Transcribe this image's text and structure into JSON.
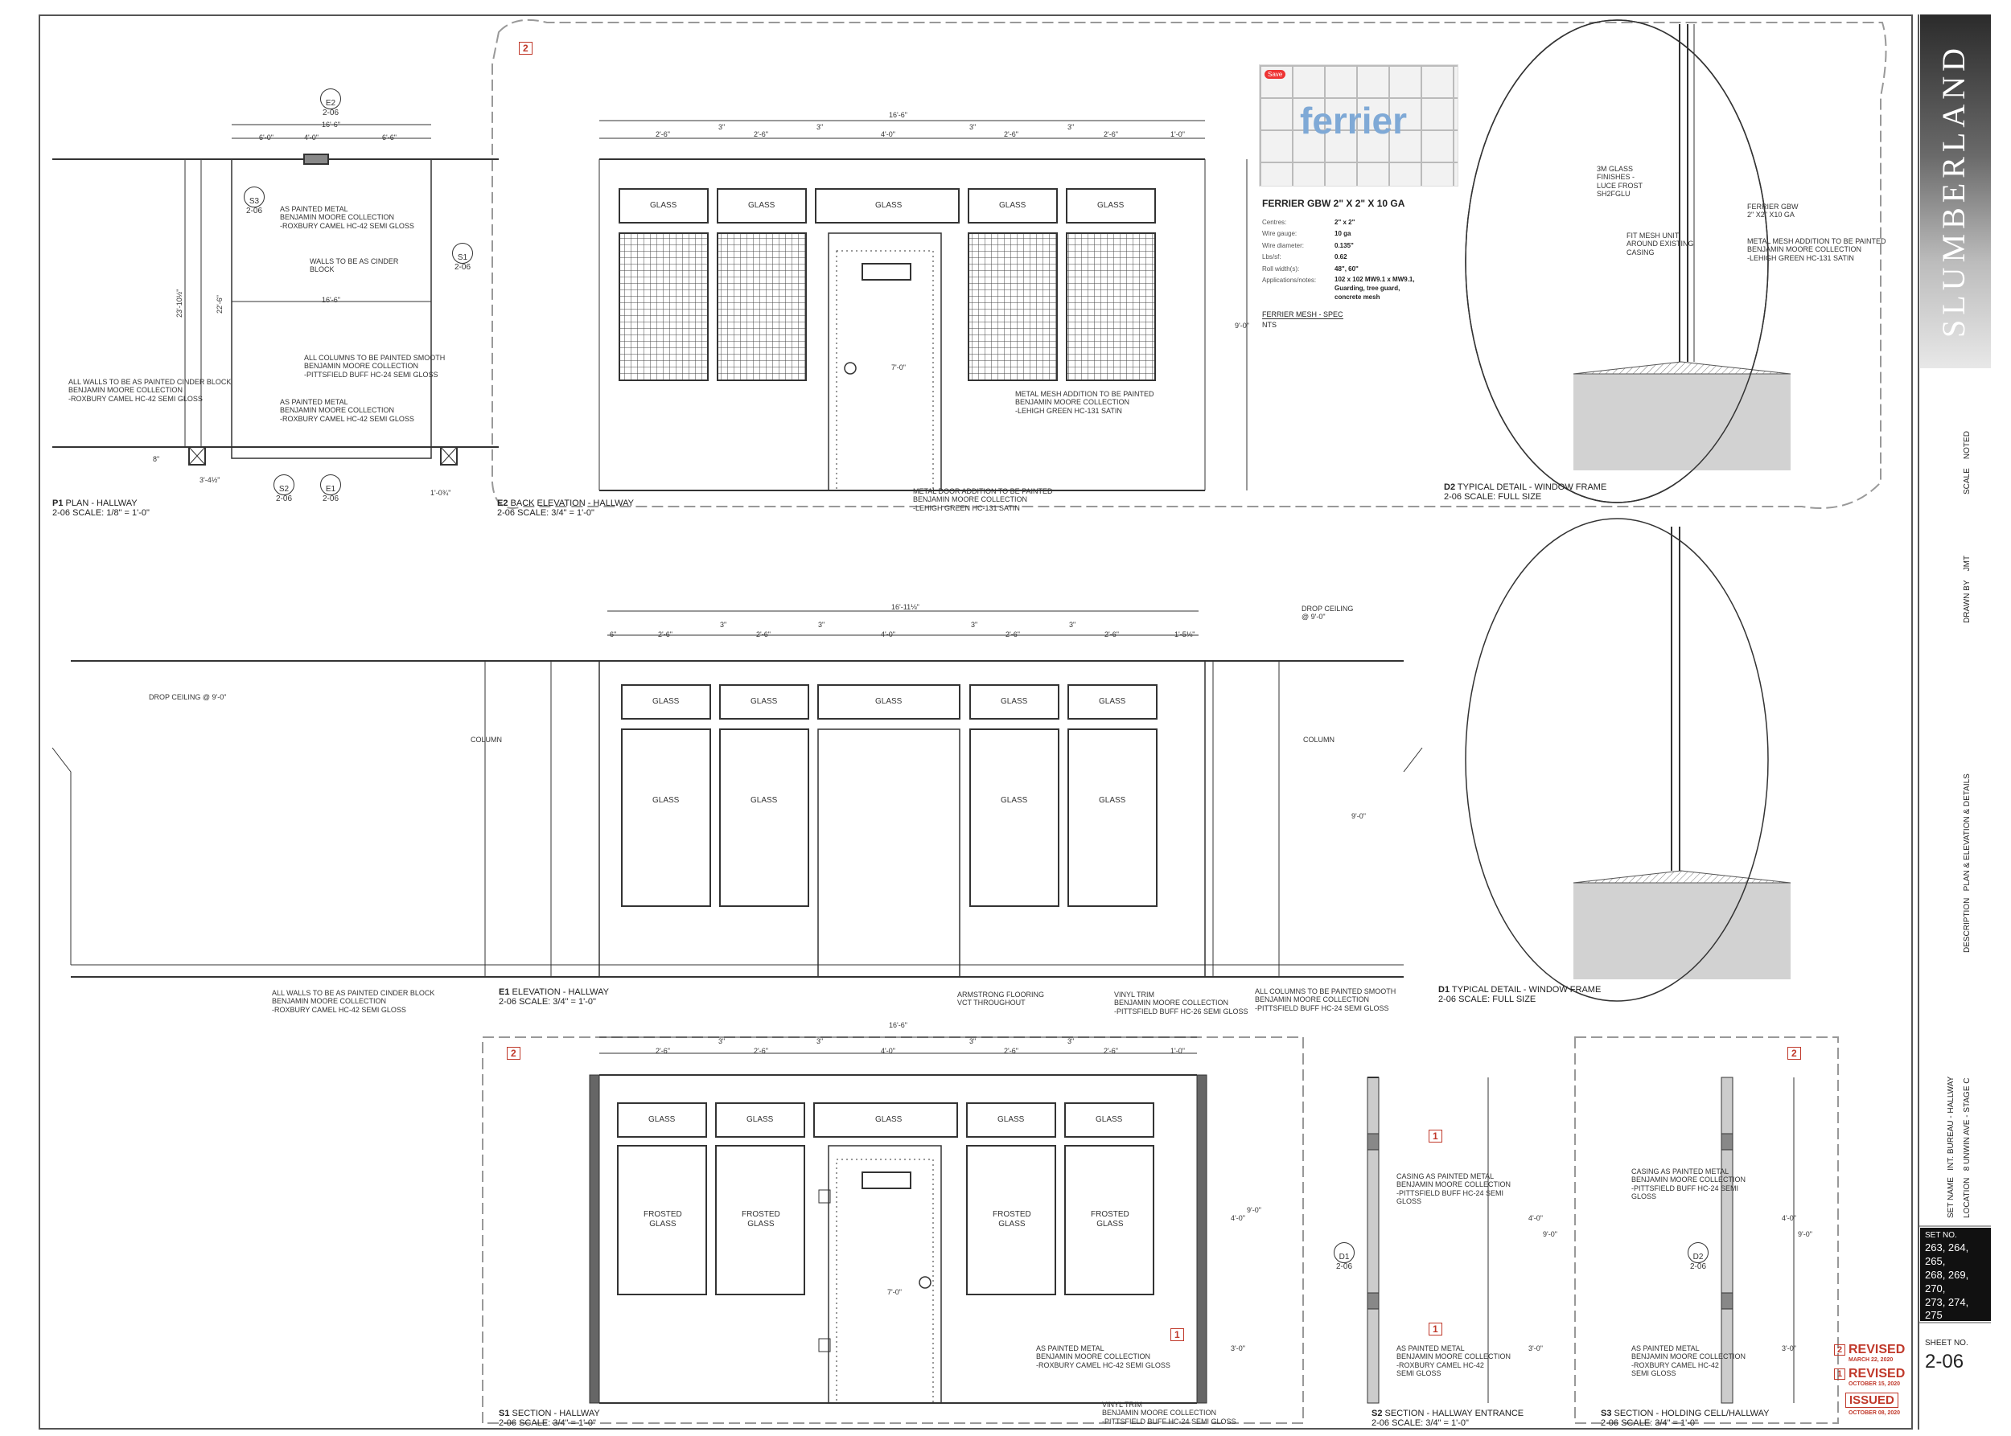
{
  "brand": "SLUMBERLAND",
  "titleblock": {
    "scale_label": "SCALE",
    "scale_value": "NOTED",
    "drawn_by_label": "DRAWN BY",
    "drawn_by_value": "JMT",
    "description_label": "DESCRIPTION",
    "description_value": "PLAN & ELEVATION & DETAILS",
    "set_name_label": "SET NAME",
    "set_name_value": "INT. BUREAU - HALLWAY",
    "location_label": "LOCATION",
    "location_value": "8 UNWIN AVE - STAGE C",
    "set_no_label": "SET NO.",
    "set_no_lines": [
      "263, 264, 265,",
      "268, 269, 270,",
      "273, 274, 275"
    ],
    "sheet_no_label": "SHEET NO.",
    "sheet_no_value": "2-06"
  },
  "revisions": [
    {
      "num": "2",
      "label": "REVISED",
      "date": "MARCH 22, 2020"
    },
    {
      "num": "1",
      "label": "REVISED",
      "date": "OCTOBER 15, 2020"
    },
    {
      "num": "",
      "label": "ISSUED",
      "date": "OCTOBER 08, 2020"
    }
  ],
  "views": {
    "p1": {
      "tag": "P1",
      "sheet": "2-06",
      "title": "PLAN - HALLWAY",
      "scale": "SCALE: 1/8\" = 1'-0\""
    },
    "e2": {
      "tag": "E2",
      "sheet": "2-06",
      "title": "BACK ELEVATION - HALLWAY",
      "scale": "SCALE: 3/4\" = 1'-0\""
    },
    "d2": {
      "tag": "D2",
      "sheet": "2-06",
      "title": "TYPICAL DETAIL - WINDOW FRAME",
      "scale": "SCALE: FULL SIZE"
    },
    "e1": {
      "tag": "E1",
      "sheet": "2-06",
      "title": "ELEVATION - HALLWAY",
      "scale": "SCALE: 3/4\" = 1'-0\""
    },
    "d1": {
      "tag": "D1",
      "sheet": "2-06",
      "title": "TYPICAL DETAIL - WINDOW FRAME",
      "scale": "SCALE: FULL SIZE"
    },
    "s1": {
      "tag": "S1",
      "sheet": "2-06",
      "title": "SECTION - HALLWAY",
      "scale": "SCALE: 3/4\" = 1'-0\""
    },
    "s2": {
      "tag": "S2",
      "sheet": "2-06",
      "title": "SECTION - HALLWAY ENTRANCE",
      "scale": "SCALE: 3/4\" = 1'-0\""
    },
    "s3": {
      "tag": "S3",
      "sheet": "2-06",
      "title": "SECTION - HOLDING CELL/HALLWAY",
      "scale": "SCALE: 3/4\" = 1'-0\""
    }
  },
  "spec": {
    "logo": "ferrier",
    "badge": "Save",
    "title": "FERRIER GBW 2\" X 2\" X 10 GA",
    "rows": [
      {
        "k": "Centres:",
        "v": "2\" x 2\""
      },
      {
        "k": "Wire gauge:",
        "v": "10 ga"
      },
      {
        "k": "Wire diameter:",
        "v": "0.135\""
      },
      {
        "k": "Lbs/sf:",
        "v": "0.62"
      },
      {
        "k": "Roll width(s):",
        "v": "48\", 60\""
      },
      {
        "k": "Applications/notes:",
        "v": "102 x 102 MW9.1 x MW9.1,\nGuarding, tree guard,\nconcrete mesh"
      }
    ],
    "caption": "FERRIER MESH - SPEC",
    "caption_scale": "NTS"
  },
  "glass": "GLASS",
  "frosted": "FROSTED\nGLASS",
  "dims": {
    "e2_total": "16'-6\"",
    "e1_total": "16'-11⅛\"",
    "s1_total": "16'-6\"",
    "w26": "2'-6\"",
    "w3": "3\"",
    "w4": "4'-0\"",
    "w10": "1'-0\"",
    "w6": "6\"",
    "w10b": "1'-5⅛\"",
    "h9": "9'-0\"",
    "h7": "7'-0\"",
    "h4": "4'-0\"",
    "h3": "3'-0\"",
    "p_total": "16'-6\"",
    "p_6a": "6'-0\"",
    "p_4": "4'-0\"",
    "p_6b": "6'-6\"",
    "p_mid": "16'-6\"",
    "p_h1": "23'-10½\"",
    "p_h2": "22'-6\"",
    "p_small": "3'-4½\"",
    "p_small2": "1'-0¾\"",
    "p_8": "8\""
  },
  "notes": {
    "p1_a": "AS PAINTED METAL\nBENJAMIN MOORE COLLECTION\n-ROXBURY CAMEL HC-42 SEMI GLOSS",
    "p1_b": "WALLS TO BE AS CINDER\nBLOCK",
    "p1_c": "ALL COLUMNS TO BE PAINTED SMOOTH\nBENJAMIN MOORE COLLECTION\n-PITTSFIELD BUFF HC-24 SEMI GLOSS",
    "p1_d": "AS PAINTED METAL\nBENJAMIN MOORE COLLECTION\n-ROXBURY CAMEL HC-42 SEMI GLOSS",
    "p1_e": "ALL WALLS TO BE AS PAINTED CINDER BLOCK\nBENJAMIN MOORE COLLECTION\n-ROXBURY CAMEL HC-42 SEMI GLOSS",
    "e2_mesh": "METAL MESH ADDITION TO BE PAINTED\nBENJAMIN MOORE COLLECTION\n-LEHIGH GREEN HC-131 SATIN",
    "e2_door": "METAL DOOR ADDITION TO BE PAINTED\nBENJAMIN MOORE COLLECTION\n-LEHIGH GREEN HC-131 SATIN",
    "d2_a": "3M GLASS\nFINISHES -\nLUCE FROST\nSH2FGLU",
    "d2_b": "FIT MESH UNIT\nAROUND EXISTING\nCASING",
    "d2_c": "FERRIER GBW\n2\" X2\" X10 GA",
    "d2_d": "METAL MESH ADDITION TO BE PAINTED\nBENJAMIN MOORE COLLECTION\n-LEHIGH GREEN HC-131 SATIN",
    "e1_drop": "DROP CEILING @ 9'-0\"",
    "e1_drop2": "DROP CEILING\n@ 9'-0\"",
    "e1_col": "COLUMN",
    "e1_col2": "COLUMN",
    "e1_walls": "ALL WALLS TO BE AS PAINTED CINDER BLOCK\nBENJAMIN MOORE COLLECTION\n-ROXBURY CAMEL HC-42 SEMI GLOSS",
    "e1_floor": "ARMSTRONG FLOORING\nVCT THROUGHOUT",
    "e1_trim": "VINYL TRIM\nBENJAMIN MOORE COLLECTION\n-PITTSFIELD BUFF HC-26 SEMI GLOSS",
    "e1_cols": "ALL COLUMNS TO BE PAINTED SMOOTH\nBENJAMIN MOORE COLLECTION\n-PITTSFIELD BUFF HC-24 SEMI GLOSS",
    "s1_metal": "AS PAINTED METAL\nBENJAMIN MOORE COLLECTION\n-ROXBURY CAMEL HC-42 SEMI GLOSS",
    "s1_trim": "VINYL TRIM\nBENJAMIN MOORE COLLECTION\n-PITTSFIELD BUFF HC-24 SEMI GLOSS",
    "s2_a": "CASING AS PAINTED METAL\nBENJAMIN MOORE COLLECTION\n-PITTSFIELD BUFF HC-24 SEMI\nGLOSS",
    "s2_b": "AS PAINTED METAL\nBENJAMIN MOORE COLLECTION\n-ROXBURY CAMEL HC-42\nSEMI GLOSS",
    "s3_a": "CASING AS PAINTED METAL\nBENJAMIN MOORE COLLECTION\n-PITTSFIELD BUFF HC-24 SEMI\nGLOSS",
    "s3_b": "AS PAINTED METAL\nBENJAMIN MOORE COLLECTION\n-ROXBURY CAMEL HC-42\nSEMI GLOSS"
  },
  "markers": {
    "e2_top": "E2",
    "e2_top_sheet": "2-06",
    "s3_mk": "S3",
    "s3_mk_sheet": "2-06",
    "s1_mk": "S1",
    "s1_mk_sheet": "2-06",
    "s2_mk": "S2",
    "s2_mk_sheet": "2-06",
    "e1_mk": "E1",
    "e1_mk_sheet": "2-06",
    "d1_mk": "D1",
    "d1_mk_sheet": "2-06",
    "d2_mk": "D2",
    "d2_mk_sheet": "2-06",
    "rev1": "1",
    "rev2": "2"
  },
  "colors": {
    "revision": "#c0392b",
    "mesh_logo": "#7fa9d6"
  }
}
